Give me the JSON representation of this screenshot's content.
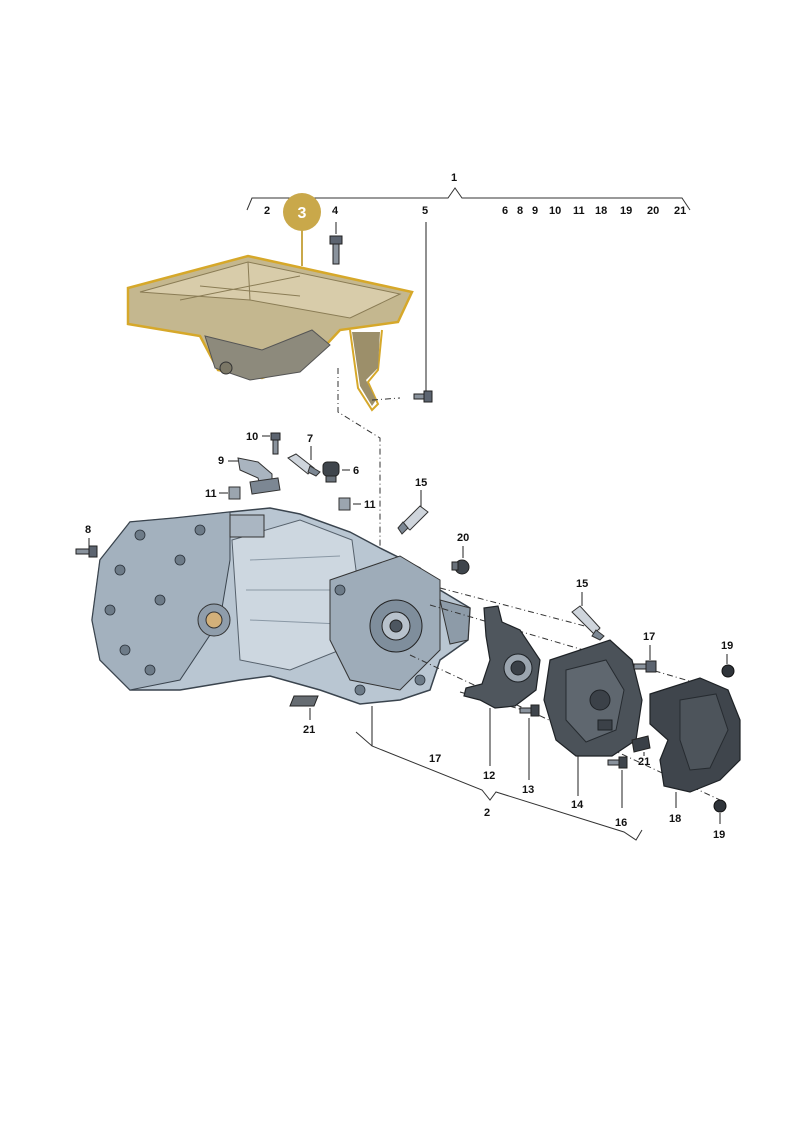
{
  "colors": {
    "highlight": "#c9a84a",
    "highlight_outline": "#d6a82a",
    "housing": "#b9c6d2",
    "housing_dark": "#6f7f8e",
    "part_dark": "#4a4f55"
  },
  "labels": {
    "top_group": "1",
    "top_2": "2",
    "highlighted_part": "3",
    "top_4": "4",
    "top_5": "5",
    "top_6": "6",
    "top_8": "8",
    "top_9": "9",
    "top_10": "10",
    "top_11": "11",
    "top_18": "18",
    "top_19": "19",
    "top_20": "20",
    "top_21": "21",
    "p10": "10",
    "p7": "7",
    "p9": "9",
    "p6": "6",
    "p11a": "11",
    "p11b": "11",
    "p15a": "15",
    "p8": "8",
    "p20": "20",
    "p15b": "15",
    "p17a": "17",
    "p19a": "19",
    "p21a": "21",
    "p17b": "17",
    "p12": "12",
    "p13": "13",
    "p14": "14",
    "p21b": "21",
    "p16": "16",
    "p18": "18",
    "p19b": "19",
    "bottom_group": "2"
  }
}
